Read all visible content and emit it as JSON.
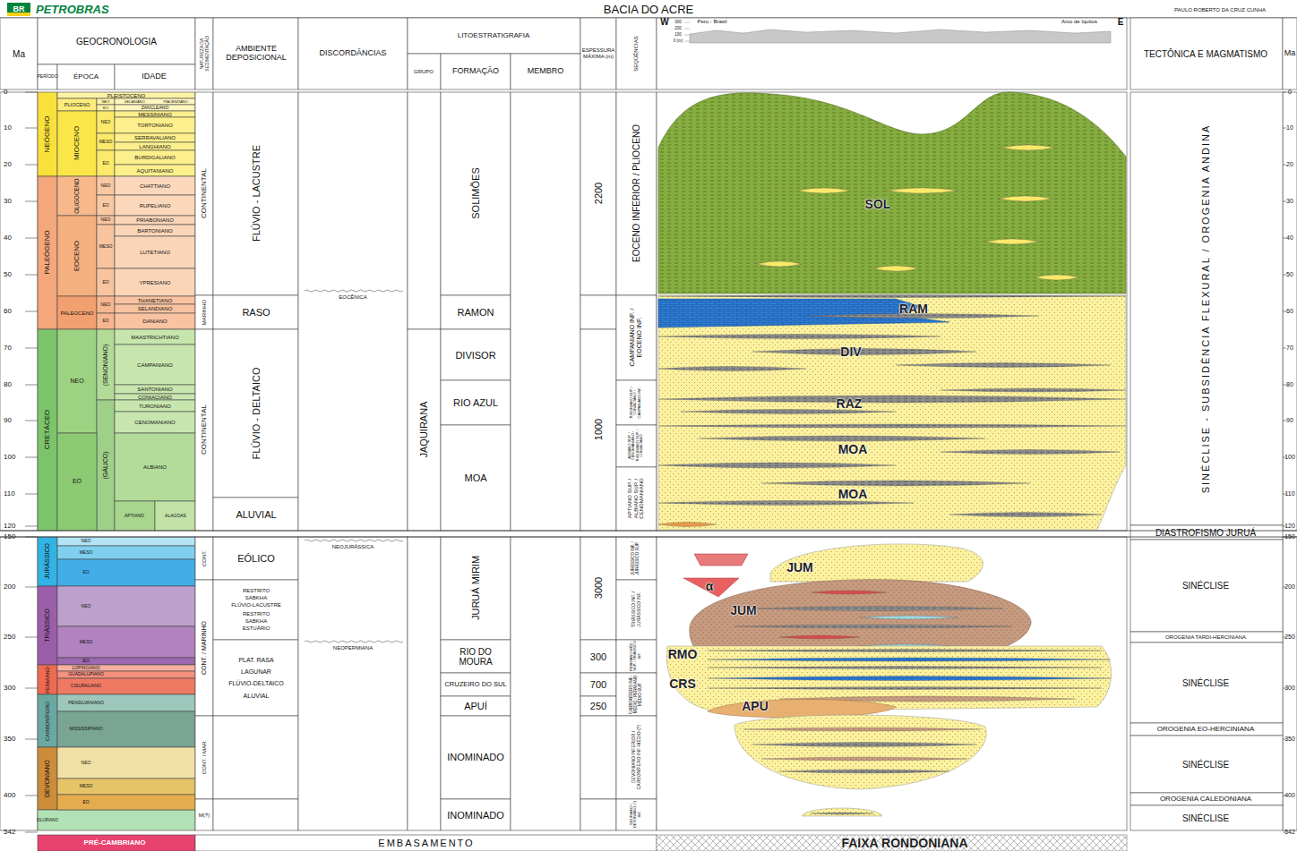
{
  "diagram": {
    "title": "BACIA DO ACRE",
    "nodes": [
      {
        "text": [
          "SOL"
        ]
      },
      {
        "text": [
          "RAM"
        ]
      },
      {
        "text": [
          "DIV"
        ]
      },
      {
        "text": [
          "RAZ"
        ]
      },
      {
        "text": [
          "MOA"
        ]
      },
      {
        "text": [
          "MOA"
        ]
      },
      {
        "text": [
          "JUM"
        ]
      },
      {
        "text": [
          "JUM"
        ]
      },
      {
        "text": [
          "α"
        ]
      },
      {
        "text": [
          "RMO"
        ]
      },
      {
        "text": [
          "CRS"
        ]
      },
      {
        "text": [
          "APU"
        ]
      },
      {
        "text": [
          "FAIXA RONDONIANA"
        ]
      }
    ],
    "labels": [
      "BR",
      "PETROBRAS",
      "PAULO ROBERTO DA CRUZ CUNHA",
      "Ma",
      "GEOCRONOLOGIA",
      "PERÍODO",
      "ÉPOCA",
      "IDADE",
      "NATUREZA DA SEDIMENTAÇÃO",
      "AMBIENTE DEPOSICIONAL",
      "DISCORDÂNCIAS",
      "LITOESTRATIGRAFIA",
      "GRUPO",
      "FORMAÇÃO",
      "MEMBRO",
      "ESPESSURA MÁXIMA (m)",
      "SEQÜÊNCIAS",
      "W",
      "Peru - Brasil",
      "300",
      "200",
      "100",
      "0 (m)",
      "Arco de Iquitos",
      "E",
      "TECTÔNICA E MAGMATISMO",
      "Ma",
      "0",
      "10",
      "20",
      "30",
      "40",
      "50",
      "60",
      "70",
      "80",
      "90",
      "100",
      "110",
      "120",
      "150",
      "200",
      "250",
      "300",
      "350",
      "400",
      "542",
      "0",
      "10",
      "20",
      "30",
      "40",
      "50",
      "60",
      "70",
      "80",
      "90",
      "100",
      "110",
      "120",
      "150",
      "200",
      "250",
      "300",
      "350",
      "400",
      "542",
      "NEÓGENO",
      "PALEÓGENO",
      "CRETÁCEO",
      "PLEISTOCENO",
      "PLIOCENO",
      "NEO",
      "EO",
      "GELASIANO",
      "PIACENZIANO",
      "ZANCLEANO",
      "MIOCENO",
      "NEO",
      "MESO",
      "EO",
      "MESSINIANO",
      "TORTONIANO",
      "SERRAVALIANO",
      "LANGHIANO",
      "BURDIGALIANO",
      "AQUITANIANO",
      "OLIGOCENO",
      "NEO",
      "EO",
      "CHATTIANO",
      "RUPELIANO",
      "EOCENO",
      "NEO",
      "MESO",
      "EO",
      "PRIABONIANO",
      "BARTONIANO",
      "LUTETIANO",
      "YPRESIANO",
      "PALEOCENO",
      "NEO",
      "EO",
      "THANETIANO",
      "SELANDIANO",
      "DANIANO",
      "NEO",
      "(SENONIANO)",
      "MAASTRICHTIANO",
      "CAMPANIANO",
      "SANTONIANO",
      "CONIACIANO",
      "TURONIANO",
      "CENOMANIANO",
      "(GÁLICO)",
      "EO",
      "ALBIANO",
      "APTIANO",
      "ALAGOAS",
      "JURÁSSICO",
      "NEO",
      "MESO",
      "EO",
      "TRIÁSSICO",
      "NEO",
      "MESO",
      "EO",
      "PERMIANO",
      "LOPINGIANO",
      "GUADALUPIANO",
      "CISURALIANO",
      "CARBONÍFERO",
      "PENSILVANIANO",
      "MISSISSIPIANO",
      "DEVONIANO",
      "NEO",
      "MESO",
      "EO",
      "SILURIANO",
      "PRÉ-CAMBRIANO",
      "CONTINENTAL",
      "MARINHO",
      "CONTINENTAL",
      "CONT.",
      "CONT. / MARINHO",
      "CONT. / MAR.",
      "M(?)",
      "FLÚVIO - LACUSTRE",
      "RASO",
      "FLÚVIO - DELTAICO",
      "ALUVIAL",
      "EÓLICO",
      "RESTRITO",
      "SABKHA",
      "FLÚVIO-LACUSTRE",
      "RESTRITO",
      "SABKHA",
      "ESTUÁRIO",
      "PLAT. RASA",
      "LAGUNAR",
      "FLÚVIO-DELTAICO",
      "ALUVIAL",
      "EOCÊNICA",
      "NEOJURÁSSICA",
      "NEOPERMIANA",
      "JAQUIRANA",
      "SOLIMÕES",
      "RAMON",
      "DIVISOR",
      "RIO AZUL",
      "MOA",
      "JURUÁ MIRIM",
      "RIO DO MOURA",
      "CRUZEIRO DO SUL",
      "APUÍ",
      "INOMINADO",
      "INOMINADO",
      "2200",
      "1000",
      "3000",
      "300",
      "700",
      "250",
      "EOCENO INFERIOR / PLIOCENO",
      "CAMPANIANO INF. / EOCENO INF.",
      "TURONIANO SUP. / CONIACIANO / CAMPANIANO INF.",
      "ALBIANO SUP. / CENOMANIANO / TURONIANO SUP. / CONIACIANO",
      "APTIANO SUP. / ALBIANO SUP. / CENOMANIANO",
      "JURÁSSICO INF. / JURÁSSICO SUP.",
      "TRIÁSSICO INF. / JURÁSSICO INF.",
      "PERMIANO MÉD.-SUP. / TRIÁSSICO INF.",
      "CARBONÍFERO INF.-MÉDIO / PERMIANO MÉDIO-SUP.",
      "DEVONIANO INFERIOR / CARBONÍFERO INF.-MÉDIO (?)",
      "SILURIANO / DEVONIANO (?) INF.",
      "EMBASAMENTO",
      "SINÉCLISE - SUBSIDÊNCIA FLEXURAL / OROGENIA ANDINA",
      "DIASTROFISMO JURUÁ",
      "SINÉCLISE",
      "OROGENIA TARDI-HERCINIANA",
      "SINÉCLISE",
      "OROGENIA EO-HERCINIANA",
      "SINÉCLISE",
      "OROGENIA CALEDONIANA",
      "SINÉCLISE"
    ]
  }
}
